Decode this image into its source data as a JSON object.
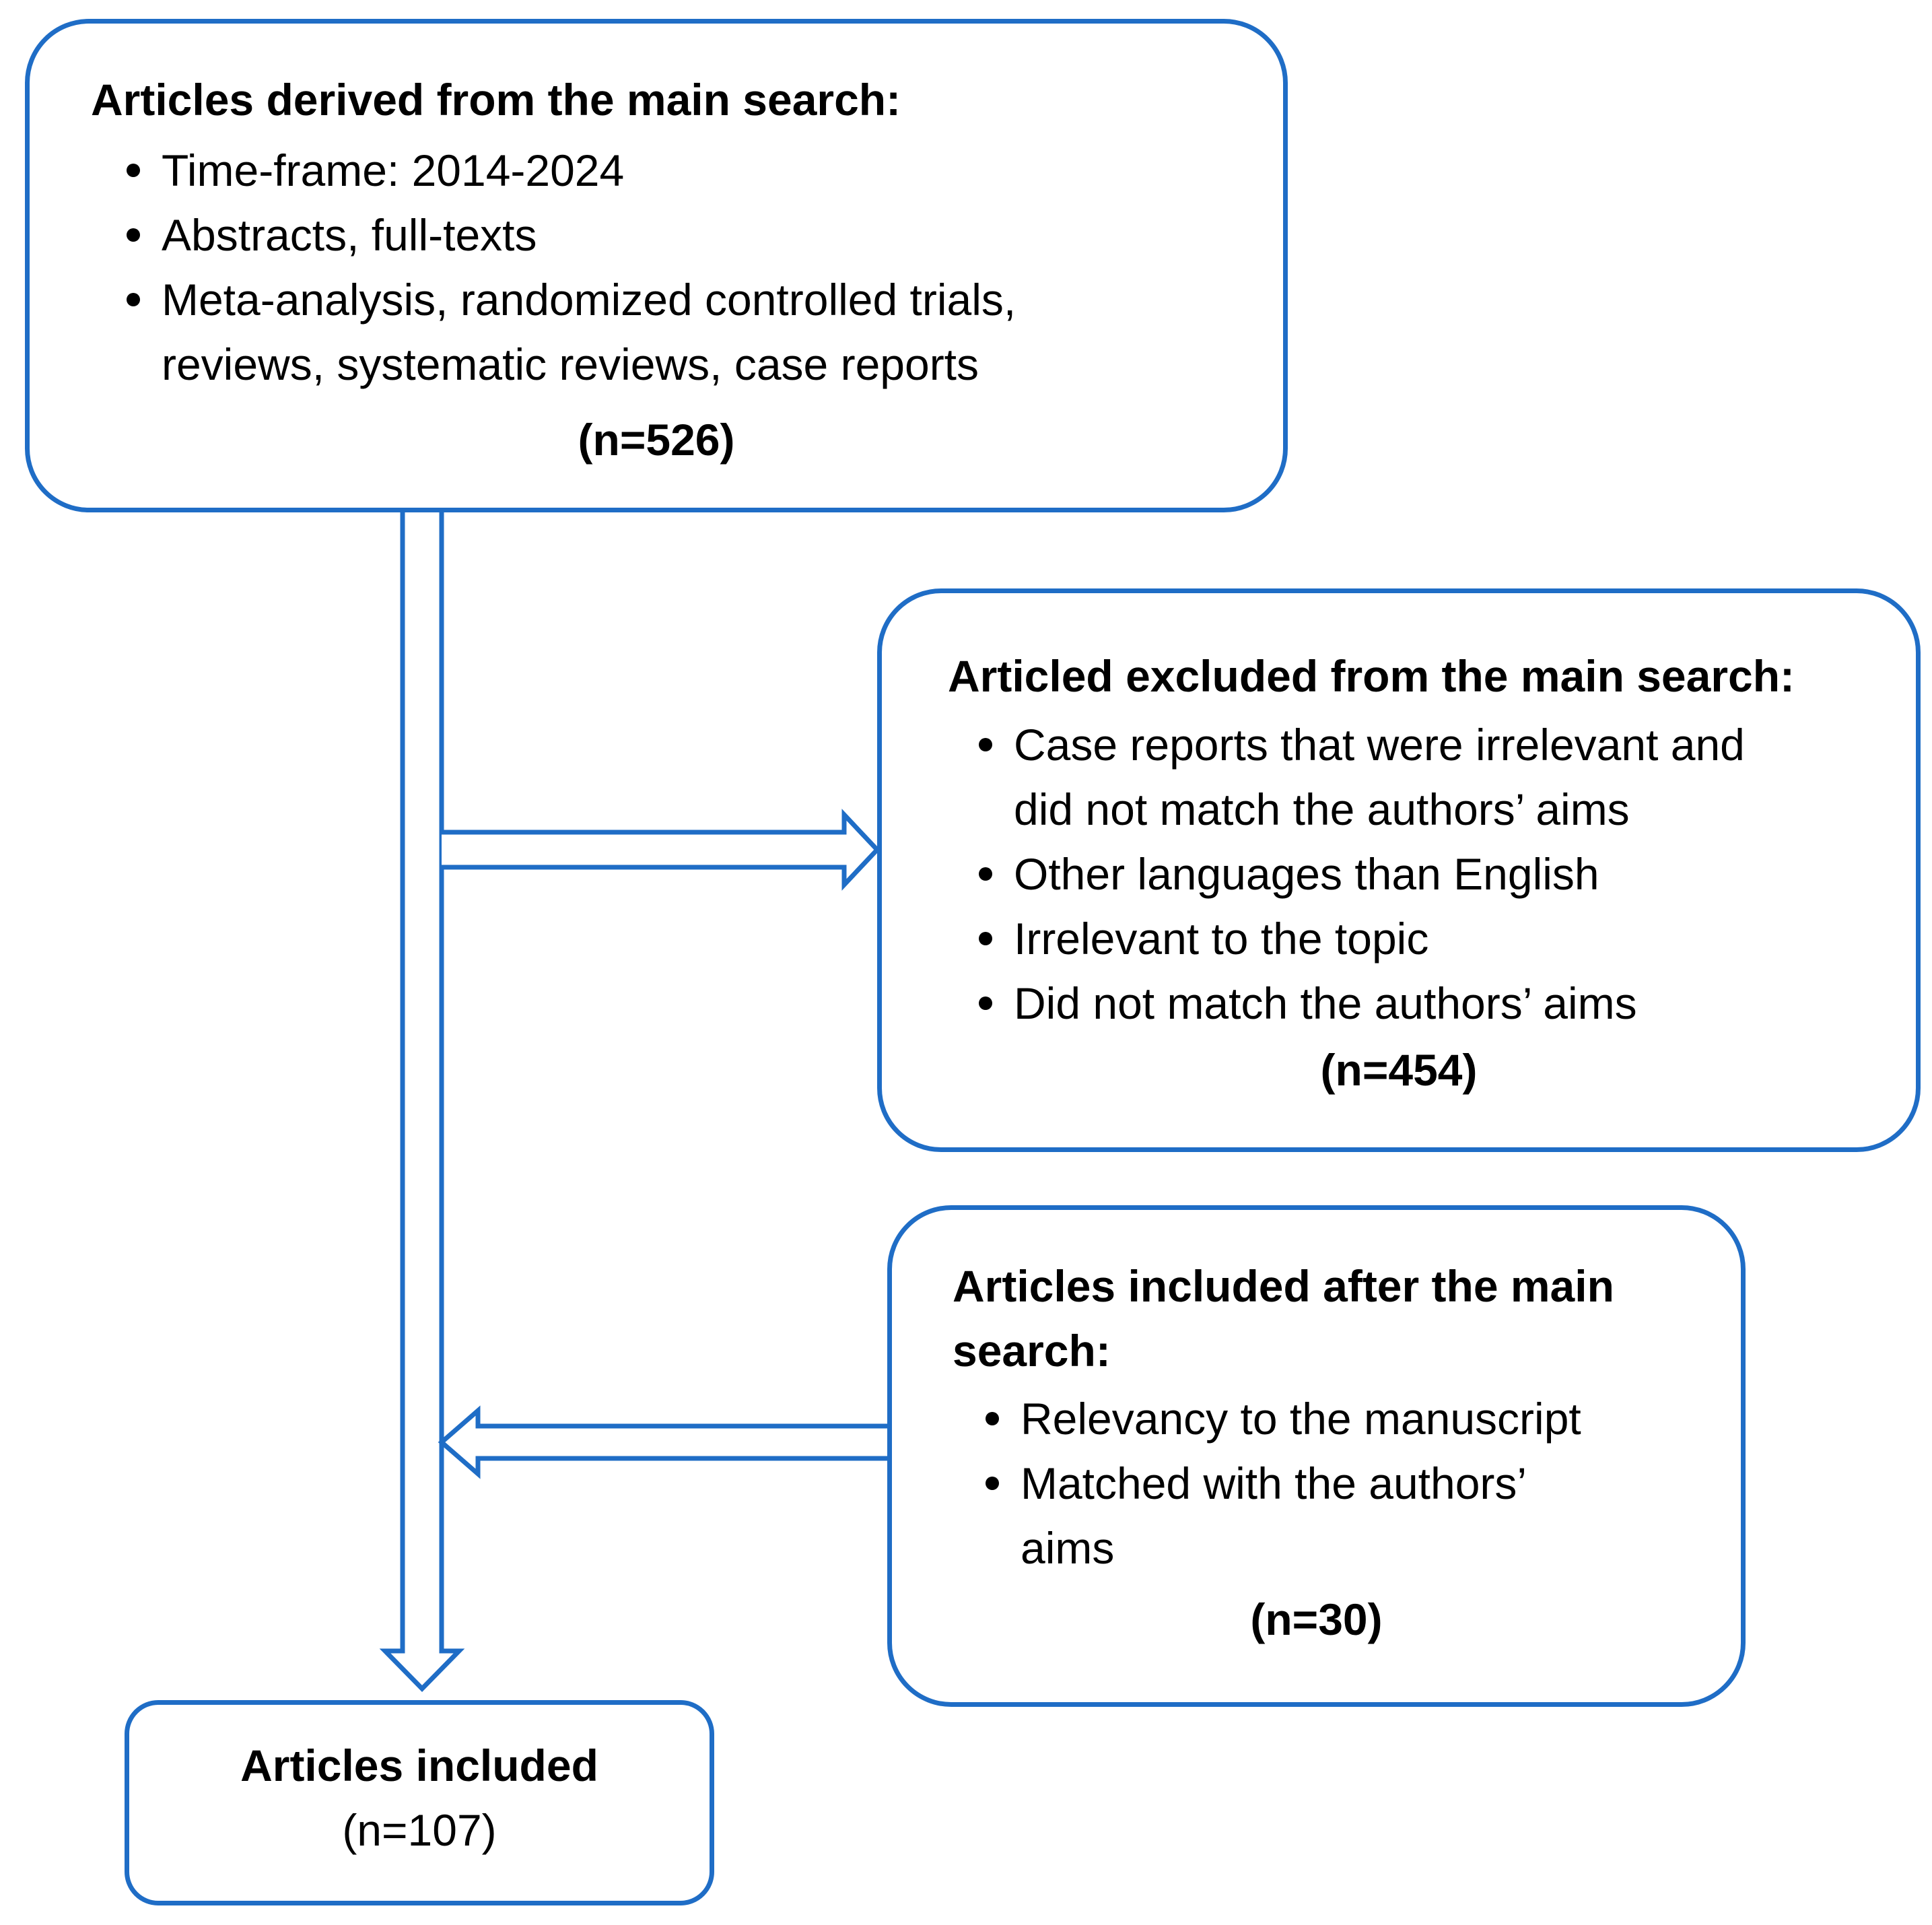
{
  "boxes": {
    "derived": {
      "title": "Articles derived from the main search:",
      "items": [
        "Time-frame: 2014-2024",
        "Abstracts, full-texts",
        "Meta-analysis, randomized controlled trials,",
        "reviews, systematic  reviews, case reports"
      ],
      "count": "(n=526)"
    },
    "excluded": {
      "title": "Articled excluded from the main search:",
      "items": [
        "Case reports that were irrelevant and",
        "did not match  the authors’ aims",
        "Other languages than English",
        "Irrelevant to the topic",
        "Did not match  the authors’ aims"
      ],
      "count": "(n=454)"
    },
    "after": {
      "title": "Articles included after the main search:",
      "items": [
        "Relevancy to the manuscript",
        "Matched  with the authors’",
        "aims"
      ],
      "count": "(n=30)"
    },
    "final": {
      "title": "Articles included",
      "count": "(n=107)"
    }
  },
  "colors": {
    "stroke": "#1f6dc6"
  }
}
